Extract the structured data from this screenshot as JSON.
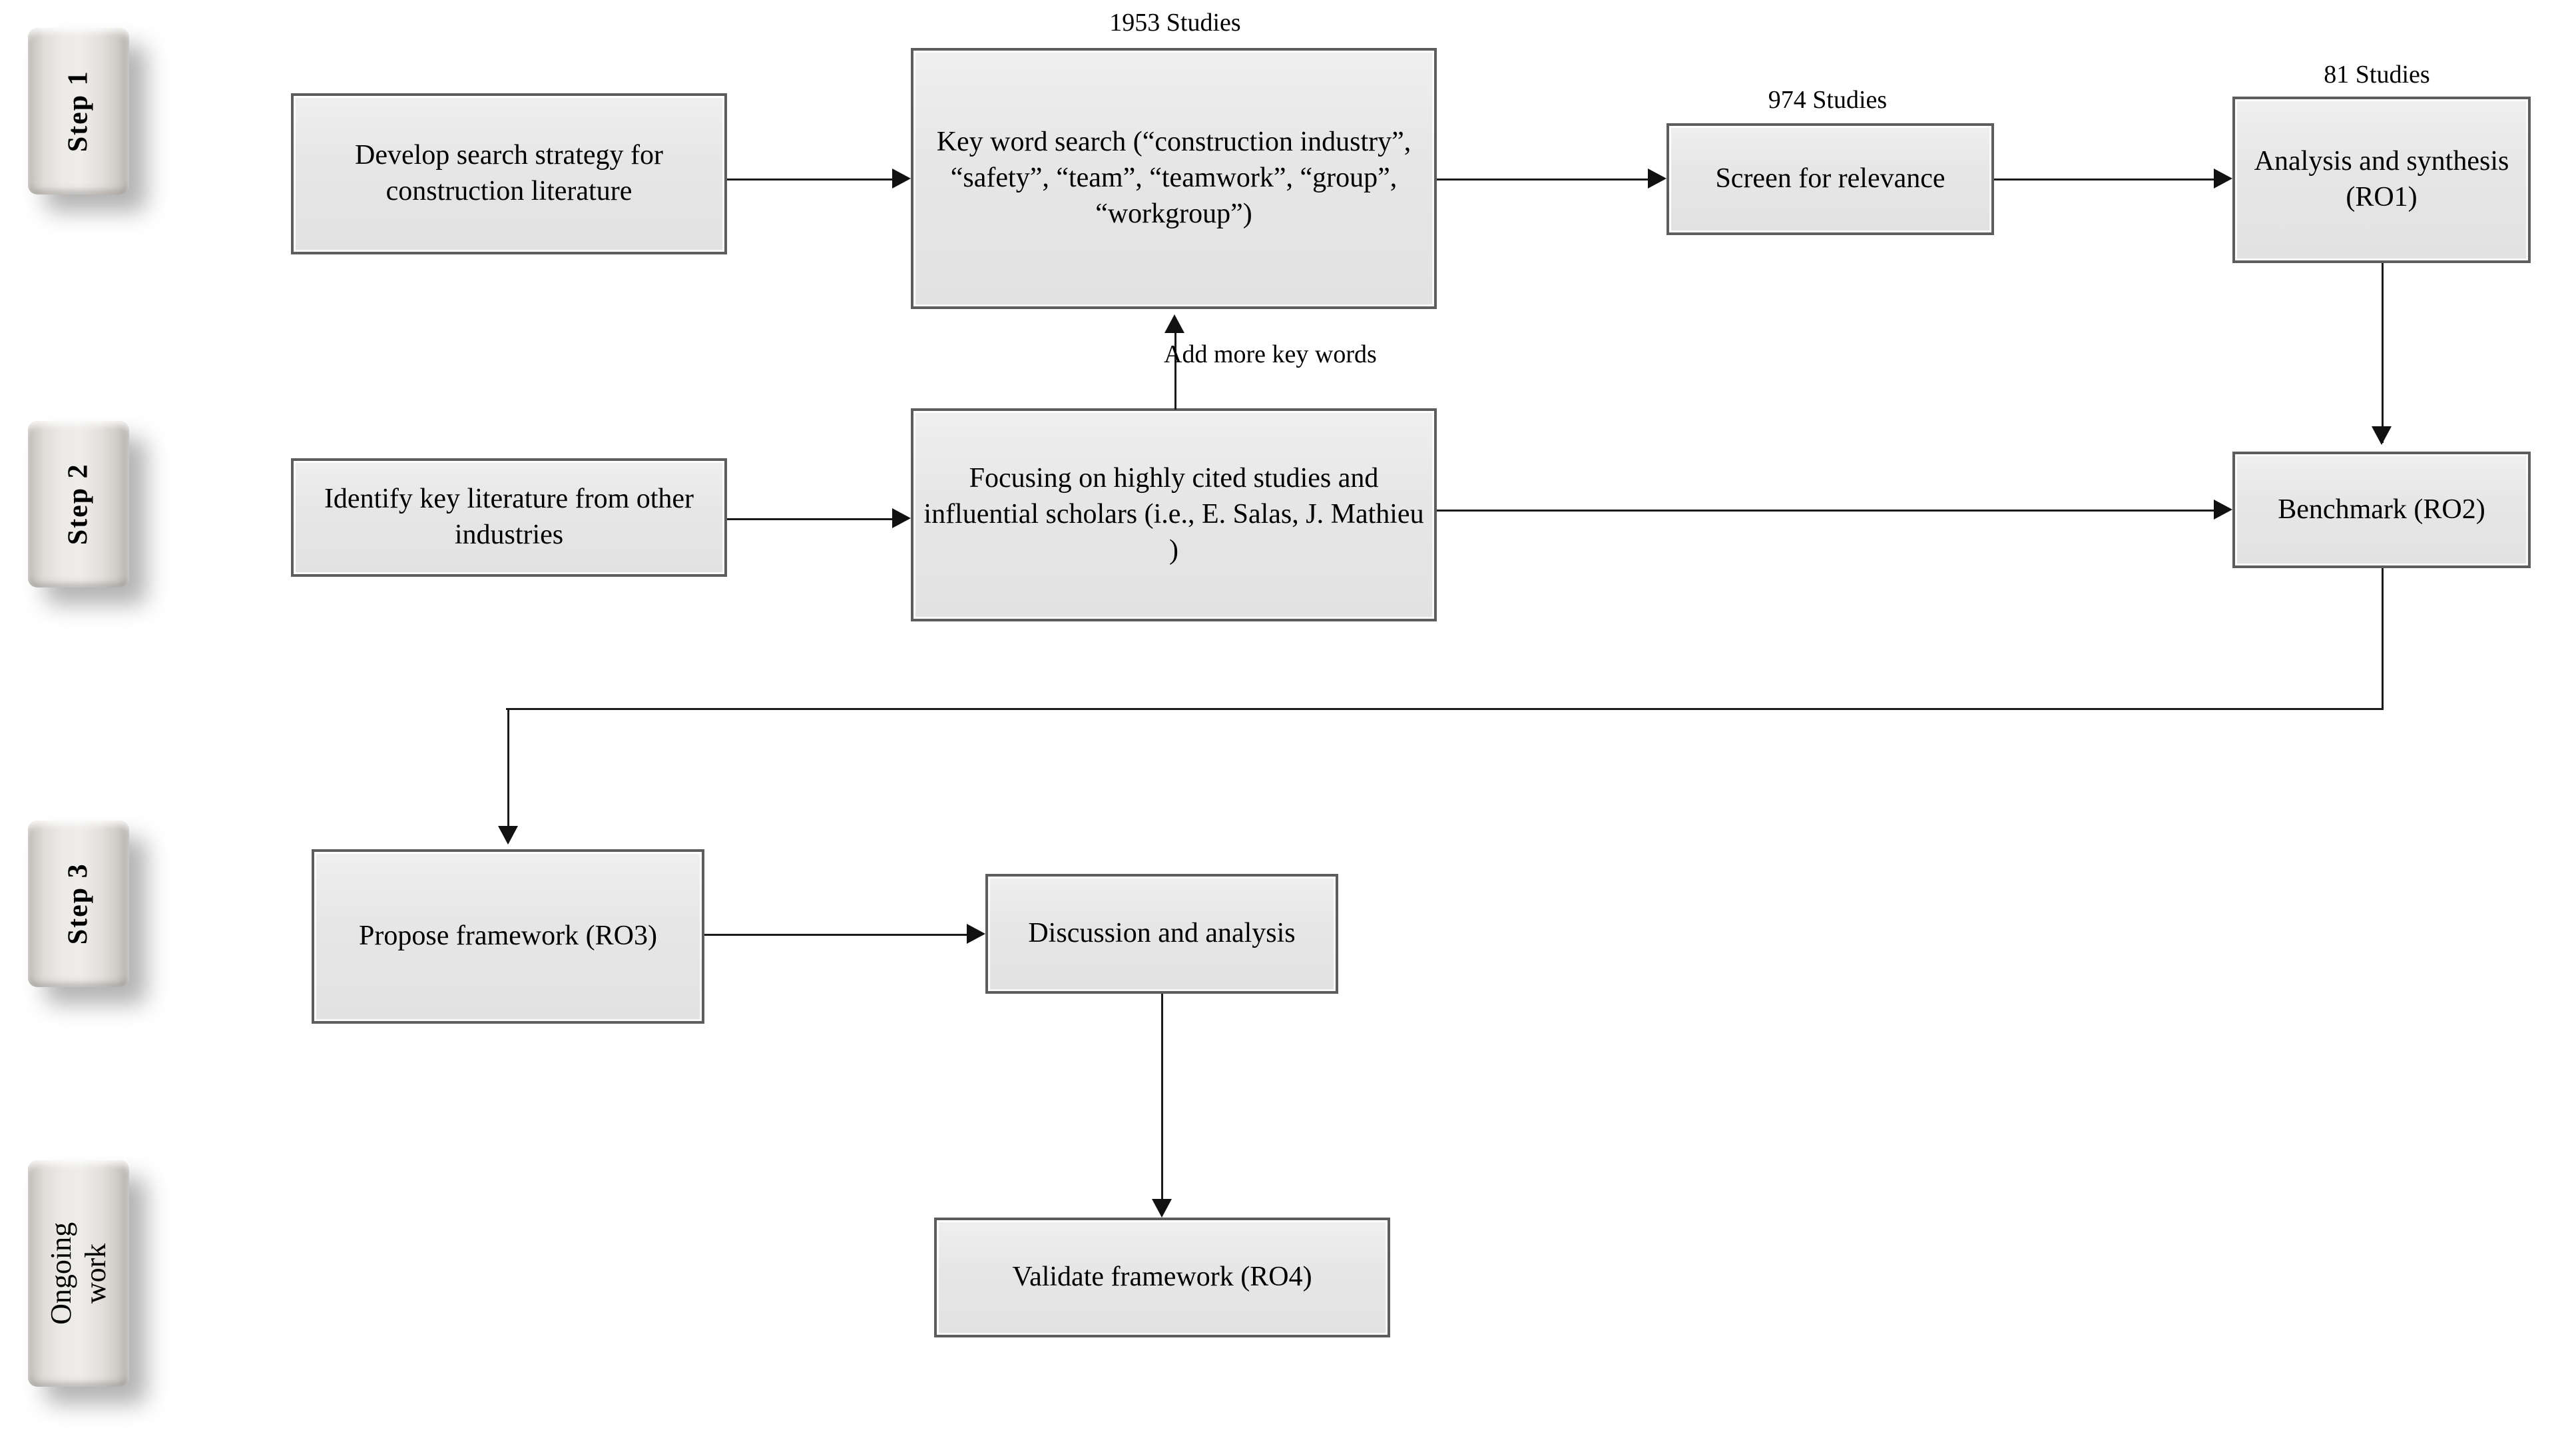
{
  "diagram": {
    "title": "Research methodology flowchart",
    "colors": {
      "box_fill": "#e8e8e8",
      "box_border": "#5d5d5d",
      "connector": "#1a1a1a",
      "step_label_fill": "#e0ddd9",
      "background": "#ffffff"
    }
  },
  "steps": [
    {
      "id": "step-1",
      "label": "Step 1"
    },
    {
      "id": "step-2",
      "label": "Step 2"
    },
    {
      "id": "step-3",
      "label": "Step 3"
    },
    {
      "id": "ongoing-work",
      "label": "Ongoing work"
    }
  ],
  "nodes": [
    {
      "id": "develop-search-strategy",
      "text": "Develop search strategy for construction literature",
      "caption": ""
    },
    {
      "id": "key-word-search",
      "text": "Key word search (“construction industry”, “safety”, “team”, “teamwork”, “group”, “workgroup”)",
      "caption": "1953 Studies"
    },
    {
      "id": "screen-for-relevance",
      "text": "Screen for relevance",
      "caption": "974 Studies"
    },
    {
      "id": "analysis-and-synthesis",
      "text": "Analysis and synthesis (RO1)",
      "caption": "81 Studies"
    },
    {
      "id": "identify-key-literature",
      "text": "Identify key literature from other industries",
      "caption": ""
    },
    {
      "id": "focusing-highly-cited",
      "text": "Focusing on highly cited studies and influential scholars (i.e., E. Salas, J. Mathieu )",
      "caption": ""
    },
    {
      "id": "benchmark",
      "text": "Benchmark (RO2)",
      "caption": ""
    },
    {
      "id": "propose-framework",
      "text": "Propose framework (RO3)",
      "caption": ""
    },
    {
      "id": "discussion-and-analysis",
      "text": "Discussion and analysis",
      "caption": ""
    },
    {
      "id": "validate-framework",
      "text": "Validate framework (RO4)",
      "caption": ""
    }
  ],
  "captions": {
    "key_word_search": "1953 Studies",
    "screen_for_relevance": "974 Studies",
    "analysis_and_synthesis": "81 Studies"
  },
  "edges": [
    {
      "id": "e1",
      "from": "develop-search-strategy",
      "to": "key-word-search",
      "label": ""
    },
    {
      "id": "e2",
      "from": "key-word-search",
      "to": "screen-for-relevance",
      "label": ""
    },
    {
      "id": "e3",
      "from": "screen-for-relevance",
      "to": "analysis-and-synthesis",
      "label": ""
    },
    {
      "id": "e4",
      "from": "analysis-and-synthesis",
      "to": "benchmark",
      "label": ""
    },
    {
      "id": "e5",
      "from": "identify-key-literature",
      "to": "focusing-highly-cited",
      "label": ""
    },
    {
      "id": "e6",
      "from": "focusing-highly-cited",
      "to": "key-word-search",
      "label": "Add  more key words"
    },
    {
      "id": "e7",
      "from": "focusing-highly-cited",
      "to": "benchmark",
      "label": ""
    },
    {
      "id": "e8",
      "from": "benchmark",
      "to": "propose-framework",
      "label": ""
    },
    {
      "id": "e9",
      "from": "propose-framework",
      "to": "discussion-and-analysis",
      "label": ""
    },
    {
      "id": "e10",
      "from": "discussion-and-analysis",
      "to": "validate-framework",
      "label": ""
    }
  ],
  "edge_labels": {
    "add_more_key_words": "Add  more key words"
  }
}
